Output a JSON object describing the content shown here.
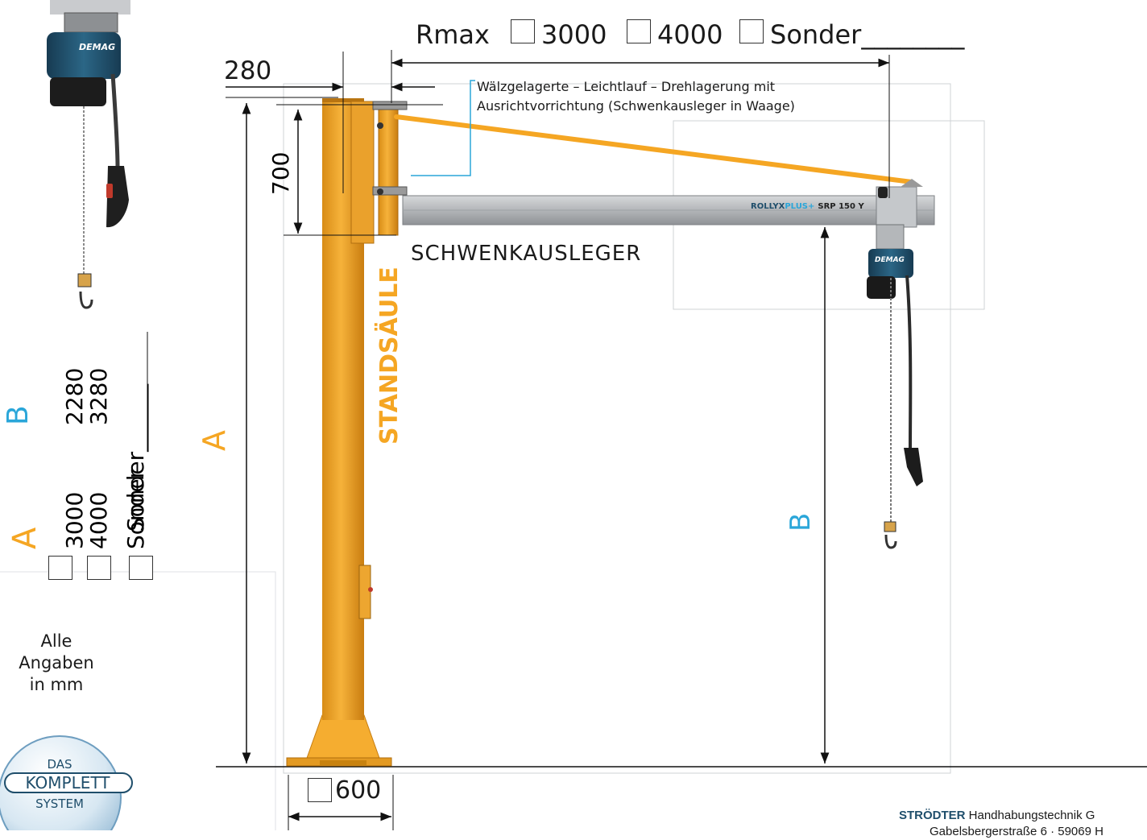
{
  "header": {
    "rmax_label": "Rmax",
    "rmax_options": [
      "3000",
      "4000",
      "Sonder________"
    ]
  },
  "dimensions": {
    "width_280": "280",
    "height_700": "700",
    "base_600": "600",
    "label_a": "A",
    "label_b": "B"
  },
  "labels": {
    "bearing_line1": "Wälzgelagerte – Leichtlauf – Drehlagerung mit",
    "bearing_line2": "Ausrichtvorrichtung (Schwenkausleger in Waage)",
    "boom": "SCHWENKAUSLEGER",
    "column": "STANDSÄULE",
    "boom_brand_1": "ROLLYX",
    "boom_brand_2": "PLUS+",
    "boom_model": "SRP 150 Y",
    "hoist_brand": "DEMAG"
  },
  "options_a": {
    "title": "A",
    "values": [
      "3000",
      "4000",
      "Sonder"
    ]
  },
  "options_b": {
    "title": "B",
    "values": [
      "2280",
      "3280",
      "Sonder______"
    ]
  },
  "note": [
    "Alle",
    "Angaben",
    "in mm"
  ],
  "logo": {
    "top": "DAS",
    "middle": "KOMPLETT",
    "bottom": "SYSTEM"
  },
  "footer": {
    "company": "STRÖDTER",
    "company_rest": " Handhabungstechnik G",
    "address": "Gabelsbergerstraße 6 · 59069 H"
  },
  "colors": {
    "column": "#f0a62b",
    "column_dark": "#c87e12",
    "accent_orange": "#f5a623",
    "accent_blue": "#2aa6d9",
    "boom_grey": "#b9bcbf",
    "hoist_blue": "#1f4e6b"
  }
}
